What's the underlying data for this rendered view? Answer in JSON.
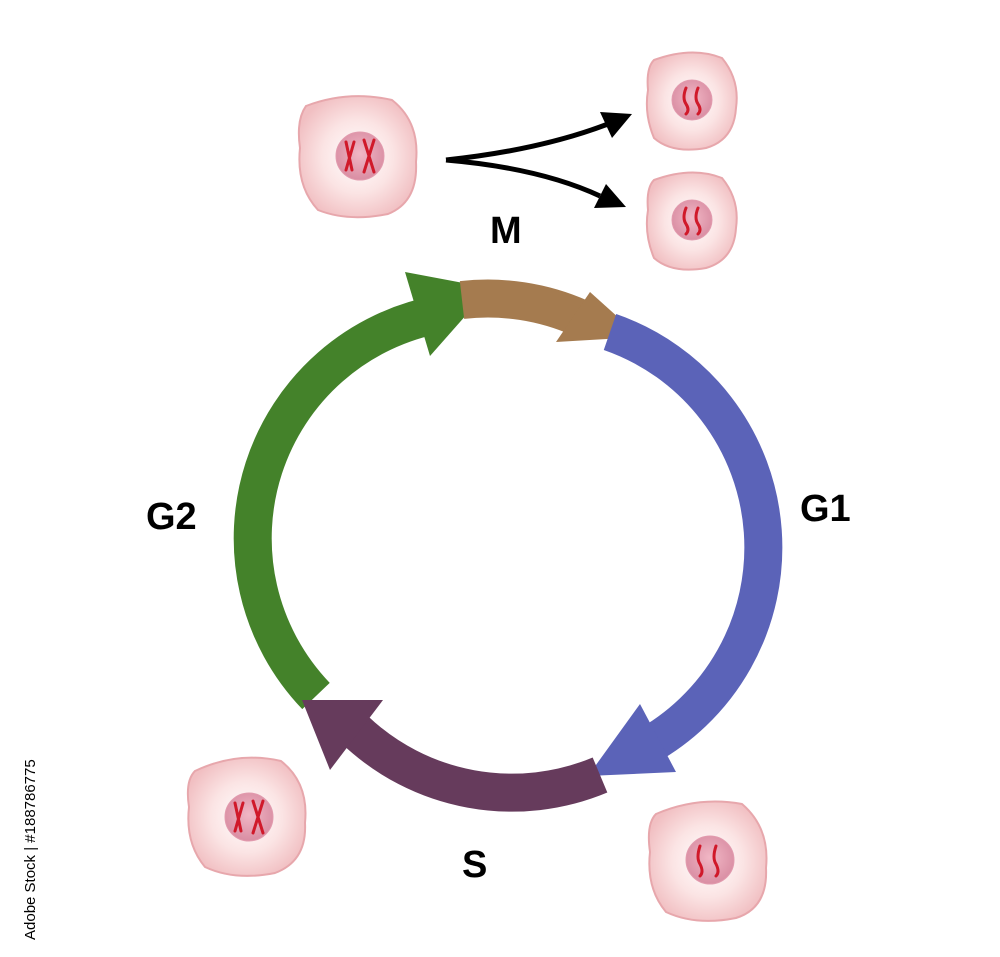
{
  "labels": {
    "m": "M",
    "g1": "G1",
    "g2": "G2",
    "s": "S"
  },
  "watermark": "Adobe Stock | #188786775",
  "colors": {
    "m_phase": "#a57b4f",
    "g1_phase": "#5b63b8",
    "s_phase": "#663b5c",
    "g2_phase": "#44822a",
    "division_arrows": "#000000",
    "cell_body": "#f8d5d5",
    "cell_edge": "#e7a7ac",
    "nucleus": "#e29bae",
    "chromosome": "#d0192a"
  },
  "cells": {
    "parent_m": "duplicated-chromosomes",
    "daughter_top": "single-chromosomes",
    "daughter_bottom": "single-chromosomes",
    "after_g2": "duplicated-chromosomes",
    "after_g1": "single-chromosomes"
  }
}
